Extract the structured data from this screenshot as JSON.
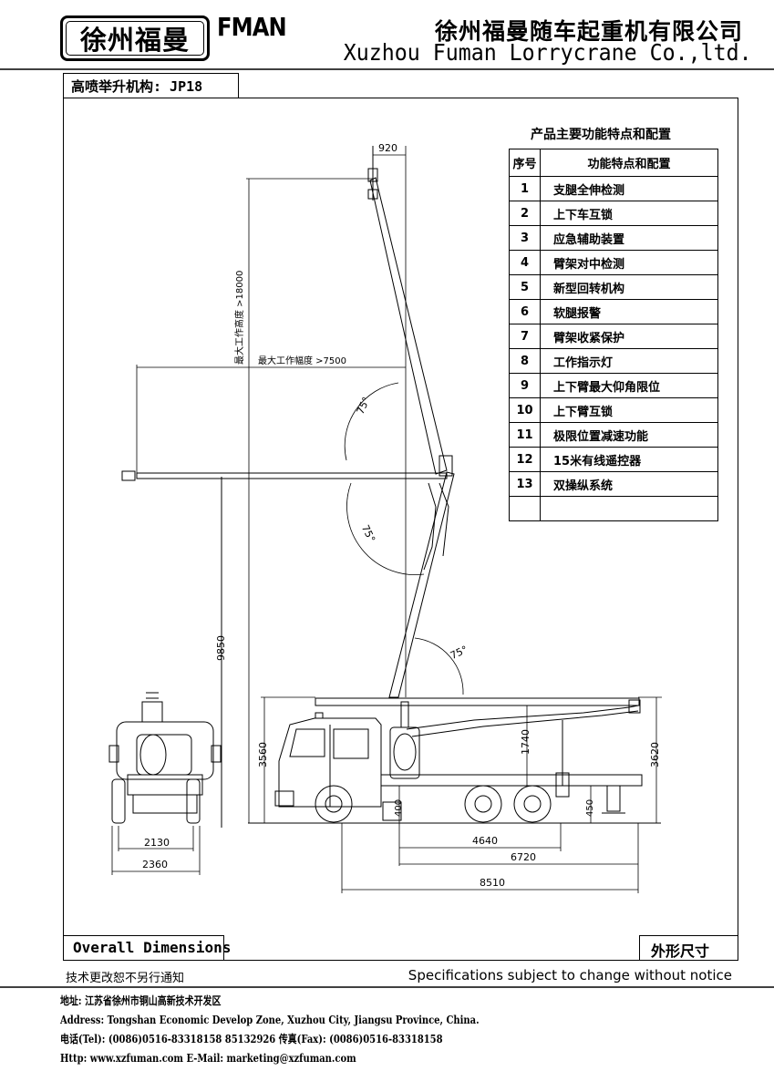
{
  "header": {
    "logo_text": "徐州福曼",
    "brand": "FMAN",
    "company_cn": "徐州福曼随车起重机有限公司",
    "company_en": "Xuzhou Fuman Lorrycrane Co.,ltd."
  },
  "model_label": "高喷举升机构: JP18",
  "features": {
    "title": "产品主要功能特点和配置",
    "col_no": "序号",
    "col_feature": "功能特点和配置",
    "rows": [
      {
        "no": "1",
        "text": "支腿全伸检测"
      },
      {
        "no": "2",
        "text": "上下车互锁"
      },
      {
        "no": "3",
        "text": "应急辅助装置"
      },
      {
        "no": "4",
        "text": "臂架对中检测"
      },
      {
        "no": "5",
        "text": "新型回转机构"
      },
      {
        "no": "6",
        "text": "软腿报警"
      },
      {
        "no": "7",
        "text": "臂架收紧保护"
      },
      {
        "no": "8",
        "text": "工作指示灯"
      },
      {
        "no": "9",
        "text": "上下臂最大仰角限位"
      },
      {
        "no": "10",
        "text": "上下臂互锁"
      },
      {
        "no": "11",
        "text": "极限位置减速功能"
      },
      {
        "no": "12",
        "text": "15米有线遥控器"
      },
      {
        "no": "13",
        "text": "双操纵系统"
      },
      {
        "no": "",
        "text": ""
      }
    ]
  },
  "dimensions": {
    "top_offset": "920",
    "max_height_label": "最大工作高度 >18000",
    "max_radius_label": "最大工作幅度 >7500",
    "angle_upper": "75°",
    "angle_middle": "75°",
    "angle_lower": "75°",
    "boom_pivot_height": "9850",
    "cab_height": "3560",
    "mount_height": "1740",
    "overall_height": "3620",
    "ground_left": "400",
    "ground_right": "450",
    "wheelbase": "4640",
    "rear_length": "6720",
    "overall_length": "8510",
    "track_width": "2130",
    "overall_width": "2360"
  },
  "labels": {
    "overall_en": "Overall Dimensions",
    "overall_cn": "外形尺寸",
    "note_cn": "技术更改恕不另行通知",
    "note_en": "Specifications subject to change without notice"
  },
  "footer": {
    "address_cn": "地址: 江苏省徐州市铜山高新技术开发区",
    "address_en": "Address: Tongshan Economic Develop Zone, Xuzhou City, Jiangsu Province, China.",
    "phone": "电话(Tel): (0086)0516-83318158  85132926  传真(Fax): (0086)0516-83318158",
    "web": "Http: www.xzfuman.com   E-Mail: marketing@xzfuman.com"
  }
}
